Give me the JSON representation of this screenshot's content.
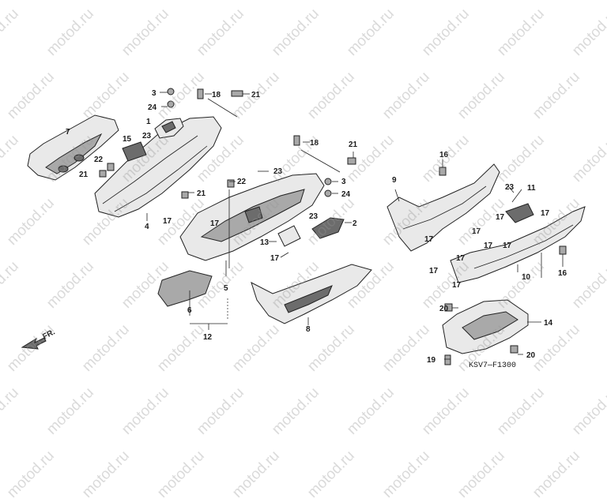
{
  "watermark": {
    "text": "motod.ru"
  },
  "direction_label": "FR.",
  "drawing_code": "KSV7—F1300",
  "callouts": [
    "1",
    "2",
    "3",
    "4",
    "5",
    "6",
    "7",
    "8",
    "9",
    "10",
    "11",
    "12",
    "13",
    "14",
    "15",
    "16",
    "17",
    "18",
    "19",
    "20",
    "21",
    "22",
    "23",
    "24"
  ],
  "colors": {
    "line": "#222222",
    "panel_fill": "#e9e9e9",
    "dark_fill": "#6c6c6c",
    "watermark": "#969696"
  }
}
